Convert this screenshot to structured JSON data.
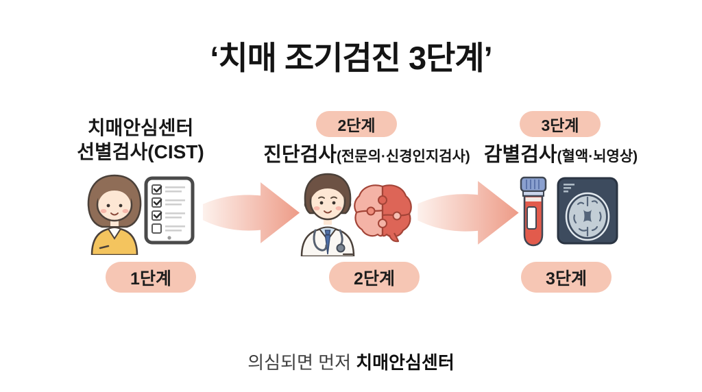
{
  "title": "‘치매 조기검진 3단계’",
  "stages": [
    {
      "id": "stage-1",
      "header_line1": "치매안심센터",
      "header_line2": "선별검사(CIST)",
      "badge_top": "",
      "badge_bottom": "1단계",
      "icons": [
        "woman-patient-icon",
        "checklist-tablet-icon"
      ]
    },
    {
      "id": "stage-2",
      "header_main": "진단검사",
      "header_sub": "(전문의·신경인지검사)",
      "badge_top": "2단계",
      "badge_bottom": "2단계",
      "icons": [
        "doctor-icon",
        "brain-puzzle-icon"
      ]
    },
    {
      "id": "stage-3",
      "header_main": "감별검사",
      "header_sub": "(혈액·뇌영상)",
      "badge_top": "3단계",
      "badge_bottom": "3단계",
      "icons": [
        "blood-sample-tube-icon",
        "brain-mri-icon"
      ]
    }
  ],
  "footer": {
    "prefix": "의심되면 먼저 ",
    "emphasis": "치매안심센터"
  },
  "colors": {
    "background": "#ffffff",
    "badge_bg": "#f6c6b4",
    "arrow_start": "#fdf1ec",
    "arrow_end": "#ed9b87",
    "title_text": "#141414",
    "footer_regular": "#3e3e3e"
  }
}
